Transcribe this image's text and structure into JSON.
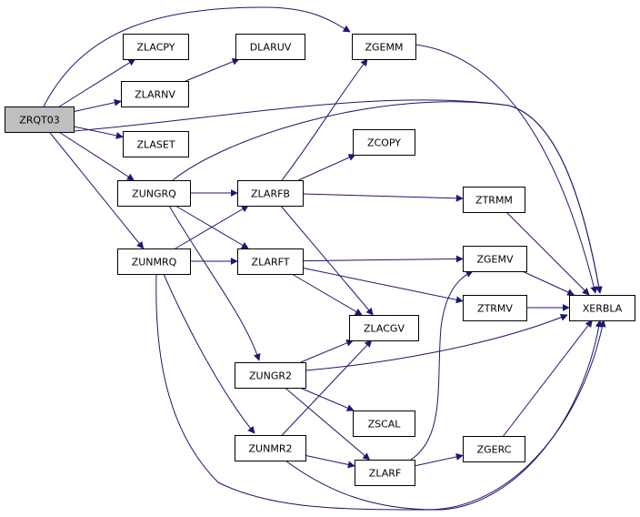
{
  "graph": {
    "edge_color": "#191970",
    "root_fill": "#bfbfbf",
    "nodes": [
      {
        "id": "ZRQT03",
        "label": "ZRQT03"
      },
      {
        "id": "ZLACPY",
        "label": "ZLACPY"
      },
      {
        "id": "ZLARNV",
        "label": "ZLARNV"
      },
      {
        "id": "DLARUV",
        "label": "DLARUV"
      },
      {
        "id": "ZGEMM",
        "label": "ZGEMM"
      },
      {
        "id": "ZLASET",
        "label": "ZLASET"
      },
      {
        "id": "ZUNGRQ",
        "label": "ZUNGRQ"
      },
      {
        "id": "ZUNMRQ",
        "label": "ZUNMRQ"
      },
      {
        "id": "ZLARFB",
        "label": "ZLARFB"
      },
      {
        "id": "ZLARFT",
        "label": "ZLARFT"
      },
      {
        "id": "ZCOPY",
        "label": "ZCOPY"
      },
      {
        "id": "ZTRMM",
        "label": "ZTRMM"
      },
      {
        "id": "ZGEMV",
        "label": "ZGEMV"
      },
      {
        "id": "ZTRMV",
        "label": "ZTRMV"
      },
      {
        "id": "XERBLA",
        "label": "XERBLA"
      },
      {
        "id": "ZLACGV",
        "label": "ZLACGV"
      },
      {
        "id": "ZUNGR2",
        "label": "ZUNGR2"
      },
      {
        "id": "ZSCAL",
        "label": "ZSCAL"
      },
      {
        "id": "ZUNMR2",
        "label": "ZUNMR2"
      },
      {
        "id": "ZLARF",
        "label": "ZLARF"
      },
      {
        "id": "ZGERC",
        "label": "ZGERC"
      }
    ],
    "edges": [
      {
        "from": "ZRQT03",
        "to": "ZLACPY"
      },
      {
        "from": "ZRQT03",
        "to": "ZLARNV"
      },
      {
        "from": "ZLARNV",
        "to": "DLARUV"
      },
      {
        "from": "ZRQT03",
        "to": "ZGEMM"
      },
      {
        "from": "ZRQT03",
        "to": "ZLASET"
      },
      {
        "from": "ZRQT03",
        "to": "ZUNGRQ"
      },
      {
        "from": "ZRQT03",
        "to": "ZUNMRQ"
      },
      {
        "from": "ZRQT03",
        "to": "XERBLA"
      },
      {
        "from": "ZGEMM",
        "to": "XERBLA"
      },
      {
        "from": "ZUNGRQ",
        "to": "ZLARFB"
      },
      {
        "from": "ZUNGRQ",
        "to": "ZLARFT"
      },
      {
        "from": "ZUNGRQ",
        "to": "ZUNGR2"
      },
      {
        "from": "ZUNGRQ",
        "to": "XERBLA"
      },
      {
        "from": "ZUNMRQ",
        "to": "ZLARFB"
      },
      {
        "from": "ZUNMRQ",
        "to": "ZLARFT"
      },
      {
        "from": "ZUNMRQ",
        "to": "ZUNMR2"
      },
      {
        "from": "ZUNMRQ",
        "to": "XERBLA"
      },
      {
        "from": "ZLARFB",
        "to": "ZGEMM"
      },
      {
        "from": "ZLARFB",
        "to": "ZCOPY"
      },
      {
        "from": "ZLARFB",
        "to": "ZTRMM"
      },
      {
        "from": "ZLARFB",
        "to": "ZLACGV"
      },
      {
        "from": "ZLARFT",
        "to": "ZGEMV"
      },
      {
        "from": "ZLARFT",
        "to": "ZTRMV"
      },
      {
        "from": "ZLARFT",
        "to": "ZLACGV"
      },
      {
        "from": "ZTRMM",
        "to": "XERBLA"
      },
      {
        "from": "ZGEMV",
        "to": "XERBLA"
      },
      {
        "from": "ZTRMV",
        "to": "XERBLA"
      },
      {
        "from": "ZUNGR2",
        "to": "ZLACGV"
      },
      {
        "from": "ZUNGR2",
        "to": "XERBLA"
      },
      {
        "from": "ZUNGR2",
        "to": "ZSCAL"
      },
      {
        "from": "ZUNGR2",
        "to": "ZLARF"
      },
      {
        "from": "ZUNMR2",
        "to": "ZLACGV"
      },
      {
        "from": "ZUNMR2",
        "to": "ZLARF"
      },
      {
        "from": "ZUNMR2",
        "to": "XERBLA"
      },
      {
        "from": "ZLARF",
        "to": "ZGEMV"
      },
      {
        "from": "ZLARF",
        "to": "ZGERC"
      },
      {
        "from": "ZGERC",
        "to": "XERBLA"
      }
    ]
  }
}
